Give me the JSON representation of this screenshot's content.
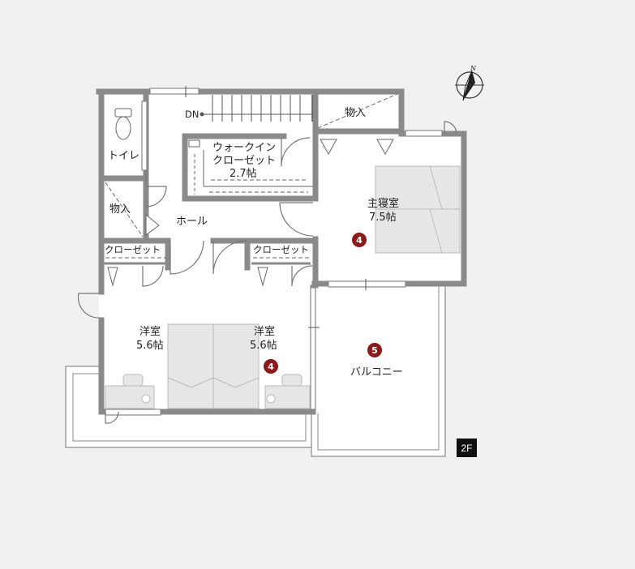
{
  "floor_label": "2F",
  "compass_letter": "N",
  "stair_label": "DN",
  "rooms": {
    "toilet": "トイレ",
    "storage_left": "物入",
    "storage_top": "物入",
    "walkin_line1": "ウォークイン",
    "walkin_line2": "クローゼット",
    "walkin_size": "2.7帖",
    "hall": "ホール",
    "closet_left": "クローゼット",
    "closet_right": "クローゼット",
    "master_name": "主寝室",
    "master_size": "7.5帖",
    "west_room_name": "洋室",
    "west_room_size": "5.6帖",
    "east_room_name": "洋室",
    "east_room_size": "5.6帖",
    "balcony": "バルコニー"
  },
  "markers": {
    "master": "4",
    "east_room": "4",
    "balcony": "5"
  },
  "colors": {
    "wall": "#8a8a8a",
    "marker": "#8b1a1a",
    "bed": "#e6e6e6",
    "floor": "#ffffff",
    "background": "#f1f1f1"
  }
}
